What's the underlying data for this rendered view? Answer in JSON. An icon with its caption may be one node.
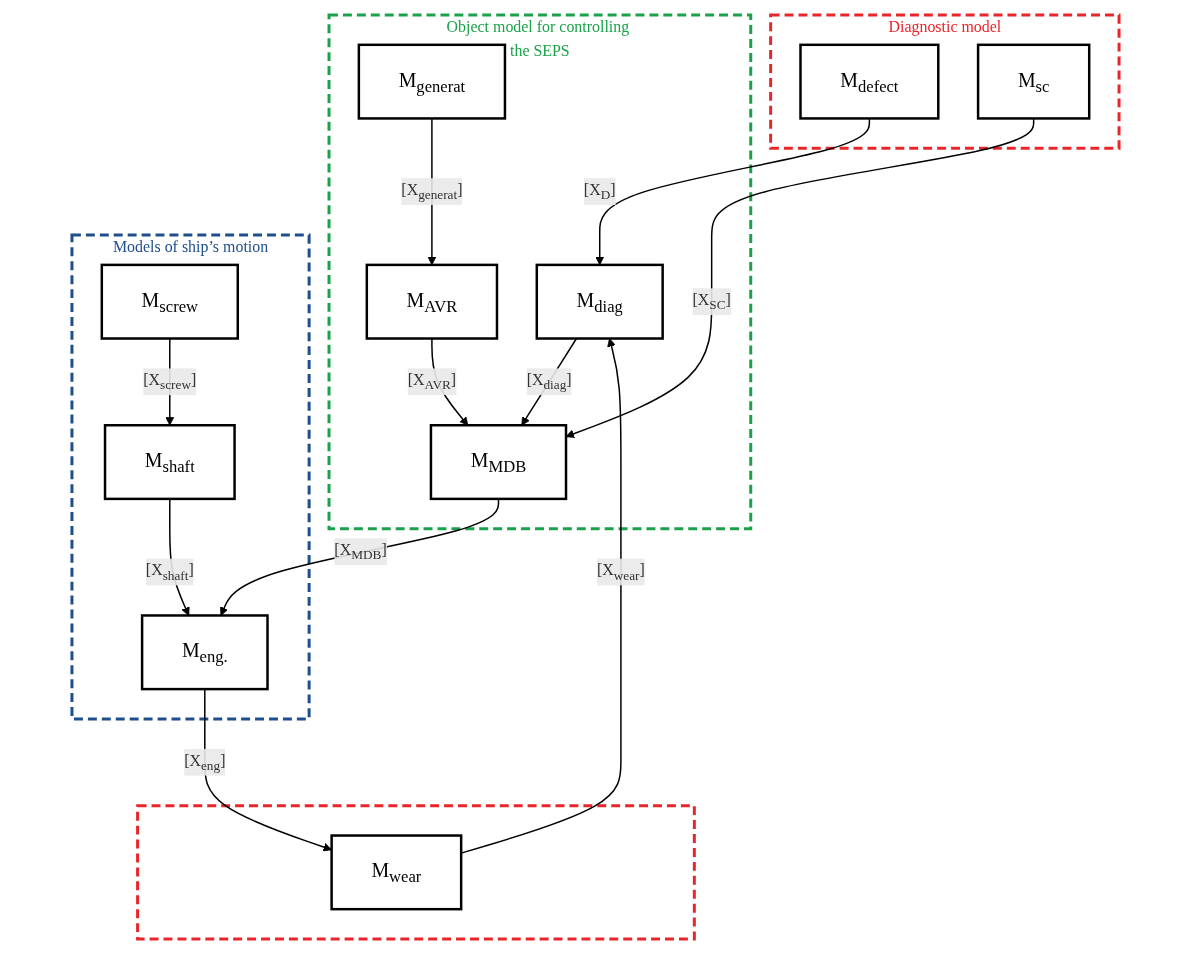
{
  "diagram": {
    "nodes": [
      {
        "text": [
          "Diagnostic model"
        ]
      },
      {
        "text": [
          "M$_{defect}$"
        ],
        "in": 0
      },
      {
        "text": [
          "M$_{sc}$"
        ],
        "in": 0
      },
      {
        "text": [
          "Object model for controlling the SEPS"
        ]
      },
      {
        "text": [
          "M$_{generat}$"
        ],
        "in": 3
      },
      {
        "text": [
          "M$_{AVR}$"
        ],
        "in": 3
      },
      {
        "text": [
          "M$_{MDB}$"
        ],
        "in": 3
      },
      {
        "text": [
          "M$_{diag}$"
        ],
        "in": 3
      },
      {
        "text": [
          "Models of ship’s motion"
        ]
      },
      {
        "text": [
          "M$_{screw}$"
        ],
        "in": 8
      },
      {
        "text": [
          "M$_{shaft}$"
        ],
        "in": 8
      },
      {
        "text": [
          "M$_{eng.}$"
        ],
        "in": 8
      },
      {
        "text": [],
        "shape": "box"
      },
      {
        "text": [
          "M$_{wear}$"
        ],
        "in": 12
      }
    ],
    "edges": [
      {
        "from": 1,
        "to": 7,
        "arrow": "to",
        "label": "[X$_{D}$]"
      },
      {
        "from": 2,
        "to": 6,
        "arrow": "to",
        "label": "[X$_{SC}$]"
      },
      {
        "from": 4,
        "to": 5,
        "arrow": "to",
        "label": "[X$_{generat}$]"
      },
      {
        "from": 5,
        "to": 6,
        "arrow": "to",
        "label": "[X$_{AVR}$]"
      },
      {
        "from": 7,
        "to": 6,
        "arrow": "to",
        "label": "[X$_{diag}$]"
      },
      {
        "from": 6,
        "to": 11,
        "arrow": "to",
        "label": "[X$_{MDB}$]"
      },
      {
        "from": 9,
        "to": 10,
        "arrow": "to",
        "label": "[X$_{screw}$]"
      },
      {
        "from": 10,
        "to": 11,
        "arrow": "to",
        "label": "[X$_{shaft}$]"
      },
      {
        "from": 11,
        "to": 13,
        "arrow": "to",
        "label": "[X$_{eng}$]"
      },
      {
        "from": 13,
        "to": 7,
        "arrow": "to",
        "label": "[X$_{wear}$]"
      }
    ]
  }
}
